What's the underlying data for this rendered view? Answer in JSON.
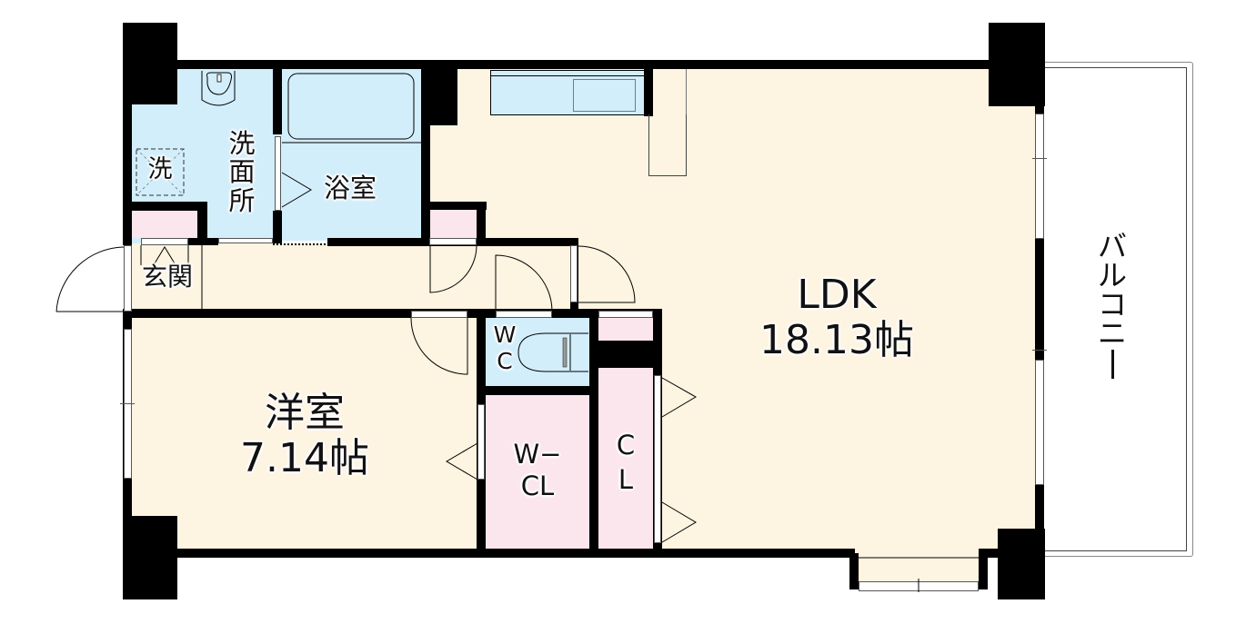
{
  "floor_plan": {
    "rooms": {
      "ldk": {
        "name": "LDK",
        "size": "18.13帖"
      },
      "western_room": {
        "name": "洋室",
        "size": "7.14帖"
      },
      "bathroom": {
        "name": "浴室"
      },
      "washroom": {
        "name_lines": [
          "洗",
          "面",
          "所"
        ]
      },
      "washer": {
        "name": "洗"
      },
      "entrance": {
        "name": "玄関"
      },
      "toilet": {
        "name_lines": [
          "W",
          "C"
        ]
      },
      "walk_in_closet": {
        "name_lines": [
          "W−",
          "CL"
        ]
      },
      "closet": {
        "name_lines": [
          "C",
          "L"
        ]
      },
      "balcony": {
        "name_lines": [
          "バ",
          "ル",
          "コ",
          "ニ",
          "ー"
        ]
      }
    },
    "colors": {
      "living_floor": "#fdf4e1",
      "wet_area": "#d2eefa",
      "storage": "#fbe6ee",
      "wall": "#000000"
    }
  }
}
